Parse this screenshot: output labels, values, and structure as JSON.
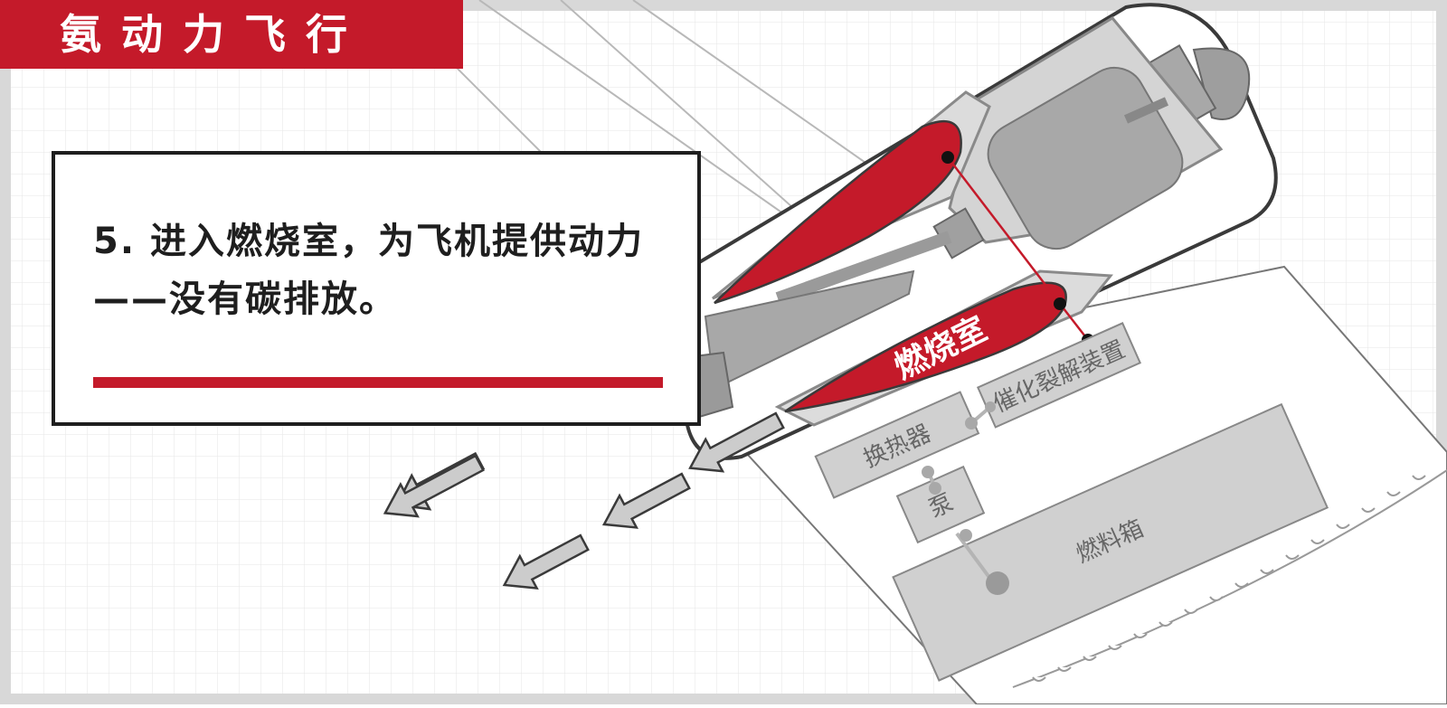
{
  "header": {
    "title": "氨动力飞行"
  },
  "caption": {
    "text": "5. 进入燃烧室，为飞机提供动力——没有碳排放。"
  },
  "labels": {
    "combustion_chamber": "燃烧室",
    "catalytic_cracker": "催化裂解装置",
    "heat_exchanger": "换热器",
    "pump": "泵",
    "fuel_tank": "燃料箱"
  },
  "colors": {
    "accent": "#c41a2a",
    "outline": "#444444",
    "component_fill": "#cfcfcf",
    "grid": "#e6e6e6"
  }
}
